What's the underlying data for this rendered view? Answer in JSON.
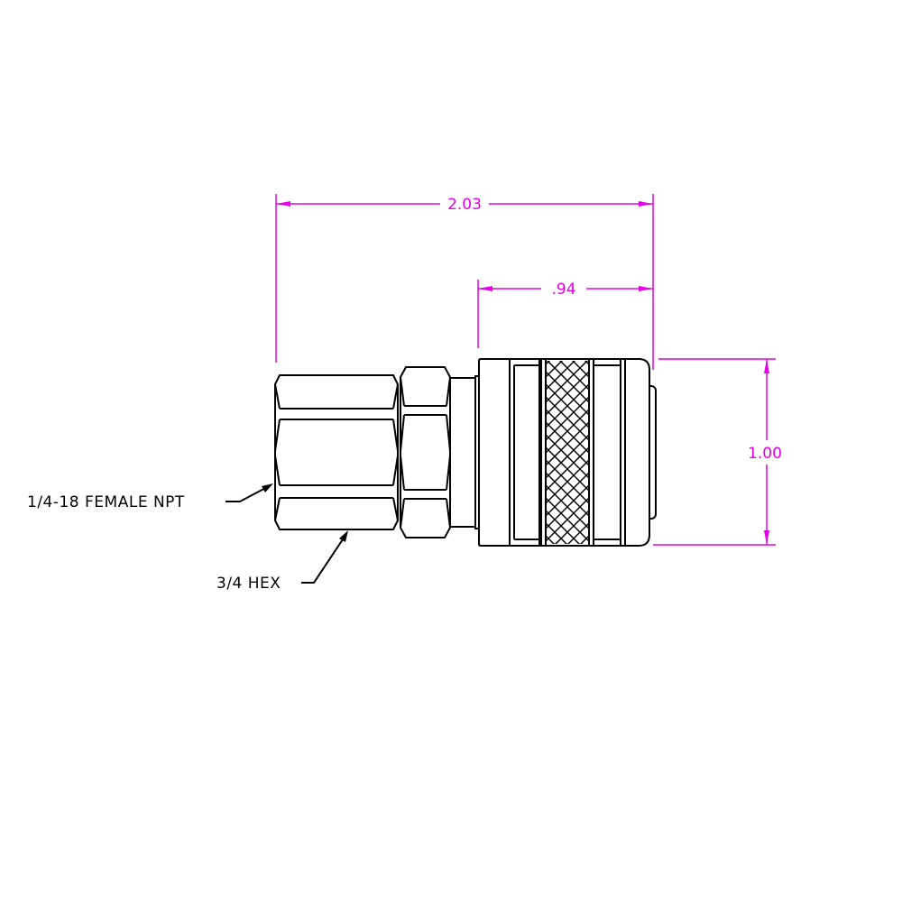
{
  "dimensions": {
    "overall_length": "2.03",
    "coupler_length": ".94",
    "diameter": "1.00"
  },
  "callouts": {
    "thread": "1/4-18 FEMALE NPT",
    "hex": "3/4 HEX"
  },
  "colors": {
    "dimension": "#e600e6",
    "line": "#000000"
  }
}
